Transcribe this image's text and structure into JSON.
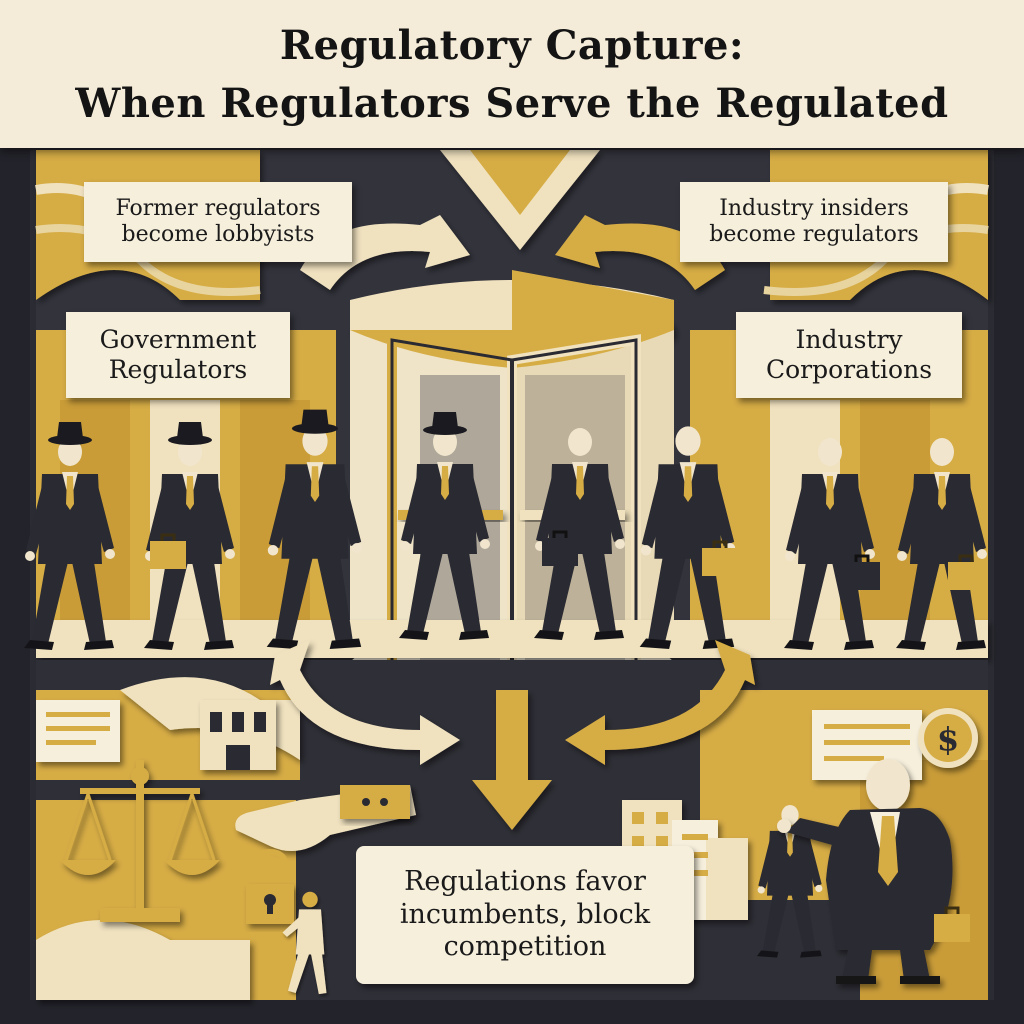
{
  "title": {
    "line1": "Regulatory Capture:",
    "line2": "When Regulators Serve the Regulated"
  },
  "labels": {
    "former_regulators": "Former regulators become lobbyists",
    "industry_insiders": "Industry insiders become regulators",
    "government": "Government Regulators",
    "industry": "Industry Corporations",
    "outcome": "Regulations favor incumbents, block competition"
  },
  "icons": {
    "dollar": "$"
  },
  "colors": {
    "gold": "#d6ac45",
    "dark": "#23232b",
    "cream": "#f4ecd8"
  }
}
